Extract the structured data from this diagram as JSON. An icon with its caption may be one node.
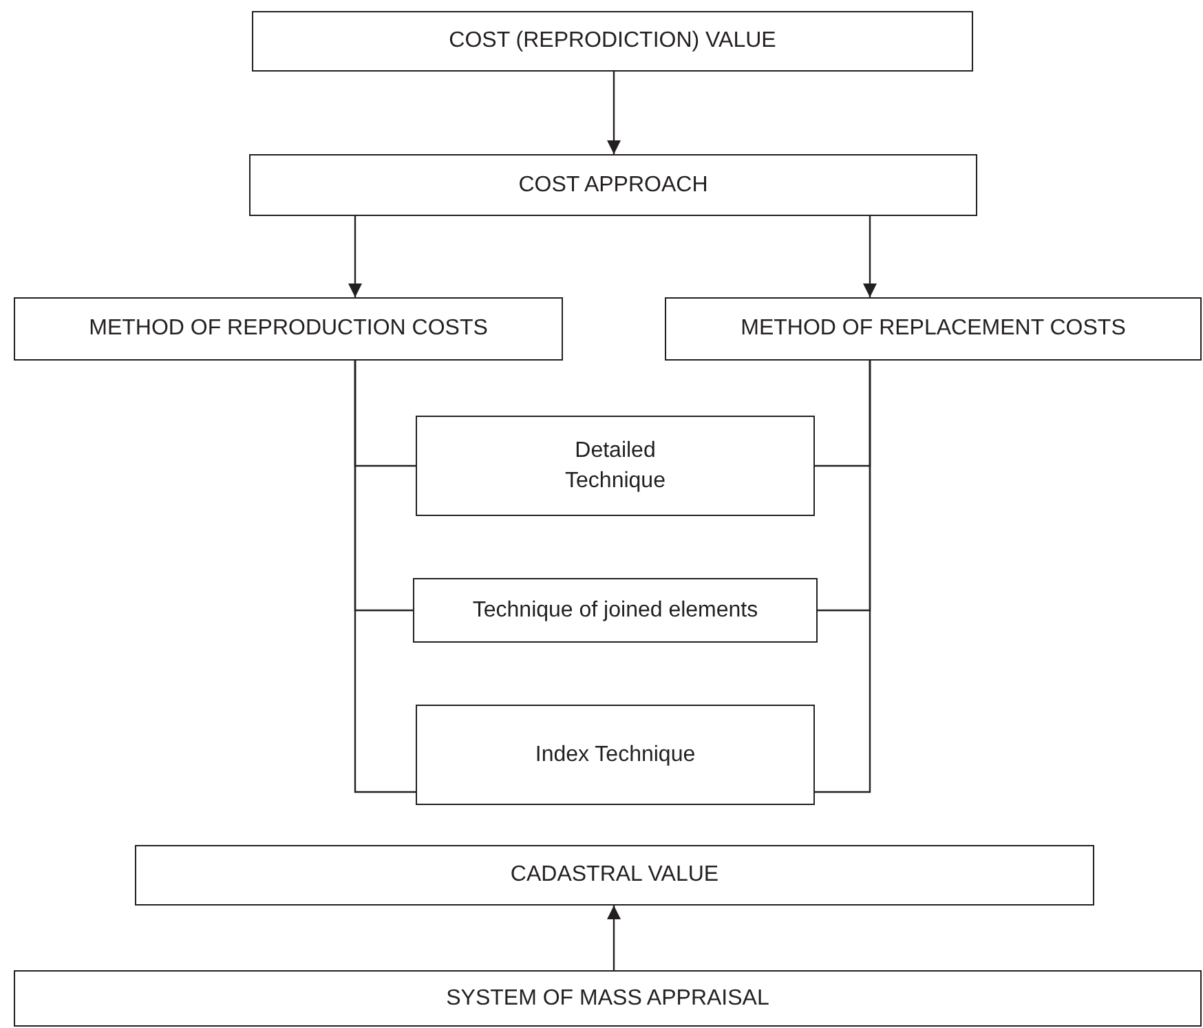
{
  "diagram": {
    "nodes": [
      {
        "text": [
          "COST (REPRODICTION) VALUE"
        ]
      },
      {
        "text": [
          "COST APPROACH"
        ]
      },
      {
        "text": [
          "METHOD OF REPRODUCTION COSTS"
        ]
      },
      {
        "text": [
          "METHOD OF REPLACEMENT COSTS"
        ]
      },
      {
        "text": [
          "Detailed Technique"
        ]
      },
      {
        "text": [
          "Technique of joined elements"
        ]
      },
      {
        "text": [
          "Index Technique"
        ]
      },
      {
        "text": [
          "CADASTRAL VALUE"
        ]
      },
      {
        "text": [
          "SYSTEM OF MASS APPRAISAL"
        ]
      }
    ],
    "edges": [
      {
        "from": 0,
        "to": 1,
        "arrow": "to"
      },
      {
        "from": 1,
        "to": 2,
        "arrow": "to"
      },
      {
        "from": 1,
        "to": 3,
        "arrow": "to"
      },
      {
        "from": 2,
        "to": 4,
        "arrow": "none"
      },
      {
        "from": 2,
        "to": 5,
        "arrow": "none"
      },
      {
        "from": 2,
        "to": 6,
        "arrow": "none"
      },
      {
        "from": 3,
        "to": 4,
        "arrow": "none"
      },
      {
        "from": 3,
        "to": 5,
        "arrow": "none"
      },
      {
        "from": 3,
        "to": 6,
        "arrow": "none"
      },
      {
        "from": 8,
        "to": 7,
        "arrow": "to"
      }
    ]
  }
}
